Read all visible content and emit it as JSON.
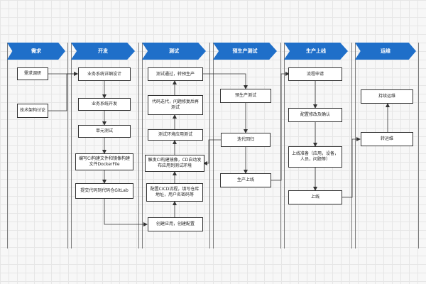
{
  "stages": [
    {
      "id": "s1",
      "label": "需求"
    },
    {
      "id": "s2",
      "label": "开发"
    },
    {
      "id": "s3",
      "label": "测试"
    },
    {
      "id": "s4",
      "label": "预生产测试"
    },
    {
      "id": "s5",
      "label": "生产上线"
    },
    {
      "id": "s6",
      "label": "运维"
    }
  ],
  "nodes": {
    "req_research": "需求调研",
    "tech_discussion": "技术架构讨论",
    "biz_design": "业务系统详细设计",
    "biz_dev": "业务系统开发",
    "unit_test": "单元测试",
    "ci_files": "编写CI构建文件和镜像构建文件DockerFile",
    "submit_code": "提交代码到代码仓GitLab",
    "test_pass": "测试通过，转预生产",
    "iterate": "代码迭代，问题修复后再测试",
    "test_env_app": "测试环境应用测试",
    "trigger_ci": "触发CI构建镜像，CD自动发布应用到测试环境",
    "config_cicd": "配置CICD流程，填写仓库地址，用户名密码等",
    "create_app": "创建应用，创建配置",
    "preprod_test": "预生产测试",
    "regression": "迭代回归",
    "prod_launch": "生产上线",
    "process_apply": "流程申请",
    "config_confirm": "配置修改及确认",
    "launch_prep": "上线准备（应用，设备，人员，问题等）",
    "go_live": "上线",
    "continuous_ops": "持续运维",
    "handover": "转运维"
  }
}
